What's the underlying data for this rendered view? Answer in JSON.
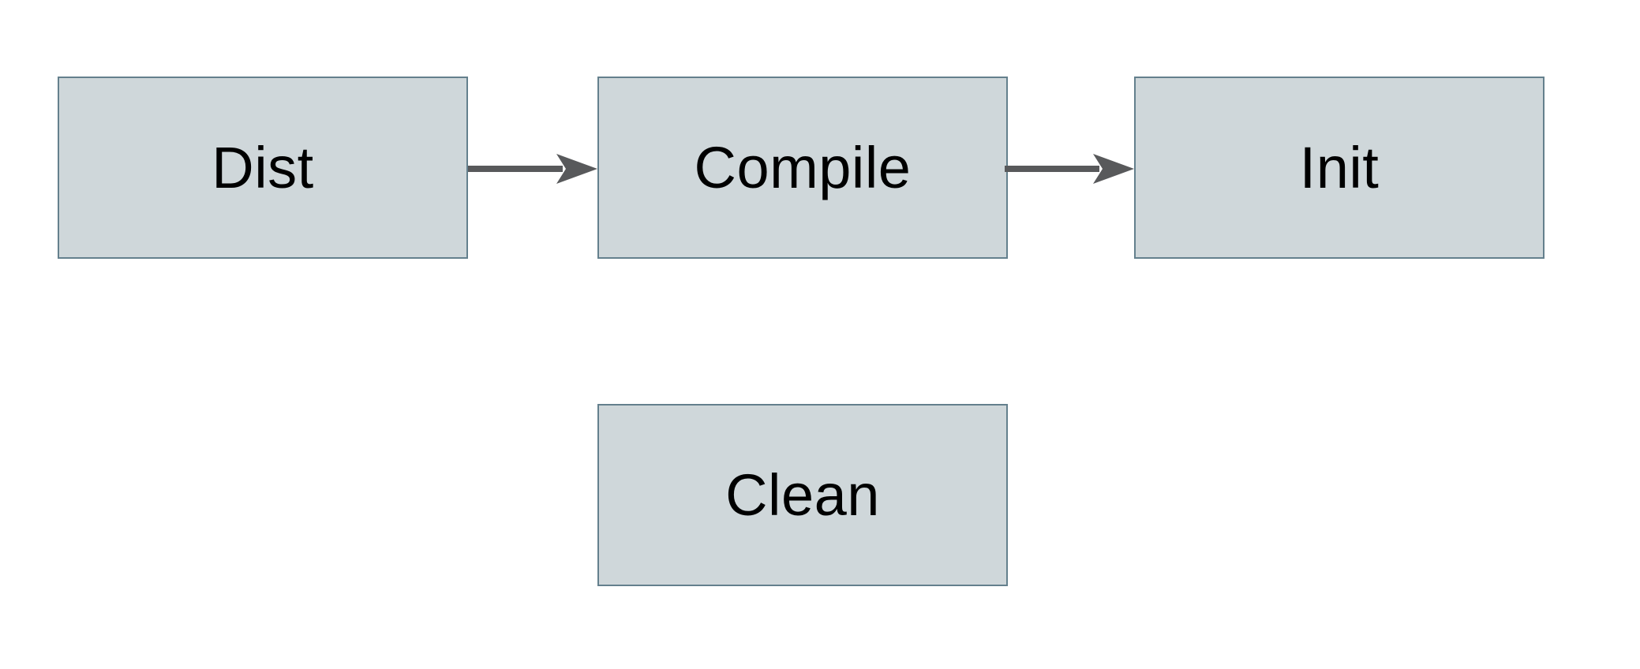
{
  "diagram": {
    "title": "build-tasks-flow",
    "nodes": [
      {
        "id": "dist",
        "label": "Dist"
      },
      {
        "id": "compile",
        "label": "Compile"
      },
      {
        "id": "init",
        "label": "Init"
      },
      {
        "id": "clean",
        "label": "Clean"
      }
    ],
    "edges": [
      {
        "from": "Dist",
        "to": "Compile",
        "direction": "right"
      },
      {
        "from": "Compile",
        "to": "Init",
        "direction": "right"
      }
    ],
    "colors": {
      "background": "#ffffff",
      "node_fill": "#cfd7da",
      "node_border": "#64808d",
      "arrow": "#58595b",
      "text": "#000000"
    }
  }
}
